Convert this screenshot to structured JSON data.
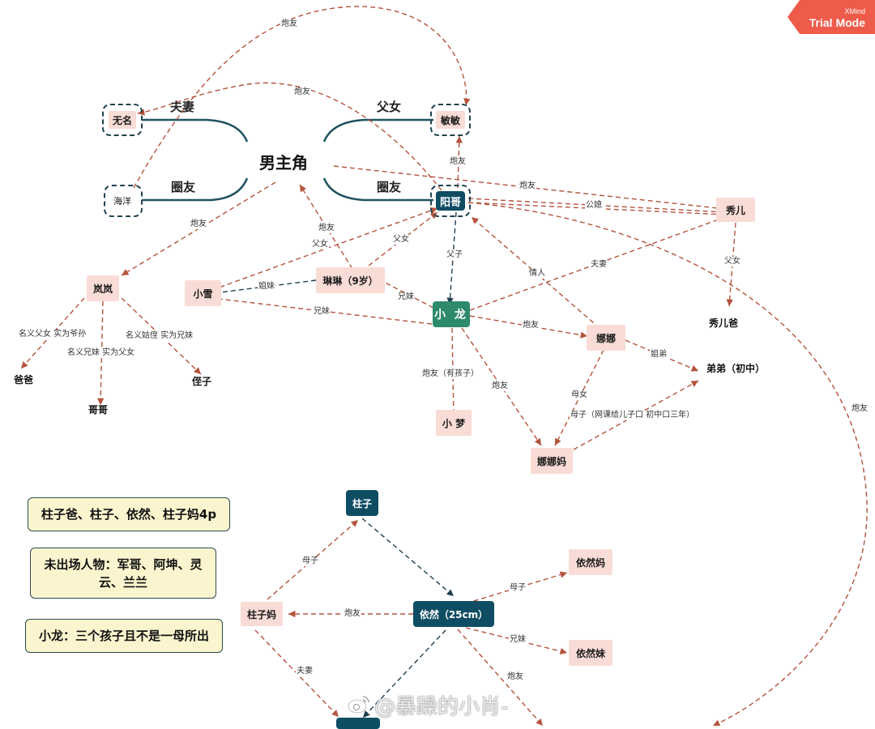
{
  "badge": {
    "app": "XMind",
    "mode": "Trial Mode",
    "color": "#ef5b4a"
  },
  "colors": {
    "edge": "#b5533c",
    "edge_dark": "#1f3f4f",
    "pink_node": "#f9dcd6",
    "dark_node": "#0f4d63",
    "green_node": "#2e8a6c",
    "note_bg": "#fbf5cf"
  },
  "center": {
    "label": "男主角"
  },
  "branches": {
    "wife": "夫妻",
    "daughter": "父女",
    "friend_left": "圈友",
    "friend_right": "圈友"
  },
  "nodes": {
    "wuming": "无名",
    "minmin": "敏敏",
    "haiyang": "海洋",
    "yangge": "阳哥",
    "xiuer": "秀儿",
    "xiuerba": "秀儿爸",
    "lanlan": "岚岚",
    "xiaoxue": "小雪",
    "linlin": "琳琳（9岁）",
    "xiaolong": "小 龙",
    "nana": "娜娜",
    "didi": "弟弟（初中）",
    "xiaomeng": "小 梦",
    "nanama": "娜娜妈",
    "baba": "爸爸",
    "gege": "哥哥",
    "zhizi": "侄子",
    "zhuzi": "柱子",
    "zhuzima": "柱子妈",
    "yiran": "依然（25cm）",
    "yiranma": "依然妈",
    "yiranmei": "依然妹"
  },
  "edge_labels": {
    "top_arc": "炮友",
    "haiyang_wuming": "炮友",
    "yangge_minmin": "炮友",
    "center_xiuer": "炮友",
    "yangge_xiuer": "公媳",
    "center_lanlan": "炮友",
    "linlin_center": "炮友",
    "yangge_xiaoxue": "父女",
    "yangge_linlin": "父女",
    "yangge_xiaolong": "父子",
    "nana_yangge": "情人",
    "xiaolong_xiuer": "夫妻",
    "xiuer_xiuerba": "父女",
    "linlin_xiaoxue": "姐妹",
    "xiaolong_linlin": "兄妹",
    "xiaolong_xiaoxue": "兄妹",
    "xiaolong_nana": "炮友",
    "nana_didi": "姐弟",
    "xiaolong_xiaomeng": "炮友（有孩子）",
    "xiaolong_nanama": "炮友",
    "nanama_nana": "母女",
    "nanama_didi": "母子（网课给儿子口 初中口三年）",
    "lanlan_baba": "名义父女 实为爷孙",
    "lanlan_gege": "名义兄妹 实为父女",
    "lanlan_zhizi": "名义姑侄 实为兄妹",
    "right_arc": "炮友",
    "zhuzima_zhuzi": "母子",
    "yiran_zhuzima": "炮友",
    "zhuzima_bottom": "夫妻",
    "yiran_yiranma": "母子",
    "yiran_yiranmei": "兄妹",
    "yiran_bottom": "炮友"
  },
  "notes": [
    "柱子爸、柱子、依然、柱子妈4p",
    "未出场人物：军哥、阿坤、灵云、兰兰",
    "小龙：三个孩子且不是一母所出"
  ],
  "watermark": "@暴躁的小肖-"
}
